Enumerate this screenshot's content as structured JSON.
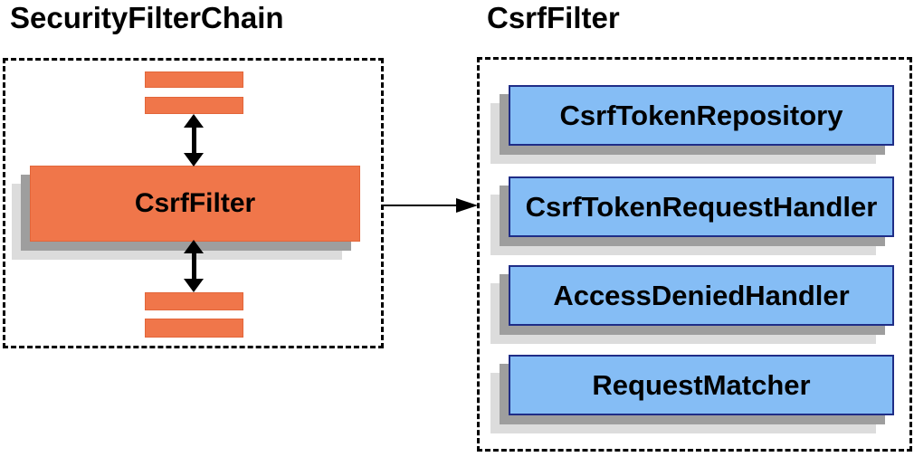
{
  "colors": {
    "orange_fill": "#F0764A",
    "orange_border": "#E2663A",
    "blue_fill": "#85BDF5",
    "blue_border": "#1F2D87",
    "shadow_dark": "#9E9E9E",
    "shadow_light": "#DCDCDC",
    "arrow": "#000000",
    "text": "#000000",
    "background": "#FFFFFF"
  },
  "left": {
    "title": "SecurityFilterChain",
    "node_label": "CsrfFilter"
  },
  "right": {
    "title": "CsrfFilter",
    "components": [
      "CsrfTokenRepository",
      "CsrfTokenRequestHandler",
      "AccessDeniedHandler",
      "RequestMatcher"
    ]
  }
}
